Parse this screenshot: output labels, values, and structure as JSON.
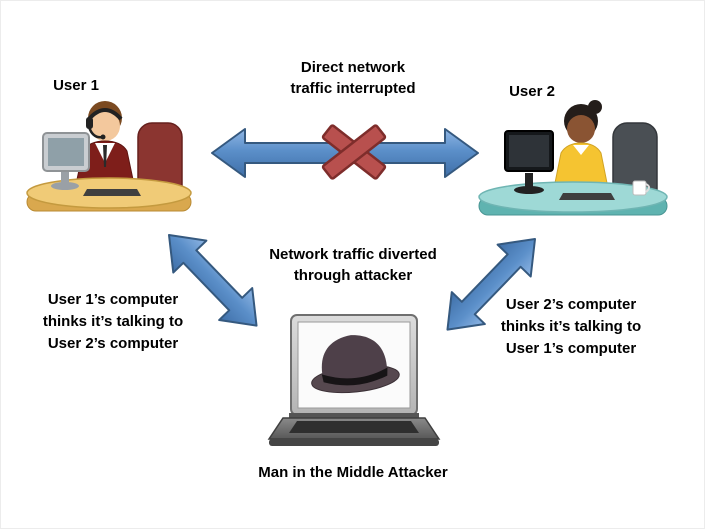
{
  "labels": {
    "user1": "User 1",
    "user2": "User 2",
    "direct_traffic": "Direct network\ntraffic interrupted",
    "diverted_traffic": "Network traffic diverted\nthrough attacker",
    "user1_thinks": "User 1’s computer\nthinks it’s talking to\nUser 2’s computer",
    "user2_thinks": "User 2’s computer\nthinks it’s talking to\nUser 1’s computer",
    "attacker": "Man in the Middle Attacker"
  },
  "icons": {
    "user1": "user1-at-computer-icon",
    "user2": "user2-at-computer-icon",
    "attacker_laptop": "laptop-with-fedora-icon",
    "blocked": "red-x-icon",
    "direct_link": "horizontal-double-arrow-icon",
    "divert_left": "diagonal-double-arrow-left-icon",
    "divert_right": "diagonal-double-arrow-right-icon"
  },
  "colors": {
    "arrow_blue": "#5B8FC9",
    "arrow_border": "#35597F",
    "x_red": "#B8504E",
    "x_red_border": "#7E2D2B",
    "desk_user1": "#F0CB77",
    "desk_user2": "#9ED9D6",
    "suit_user1": "#7E1E1A",
    "top_user2": "#F5C431",
    "background": "#FFFFFF",
    "text": "#000000"
  }
}
